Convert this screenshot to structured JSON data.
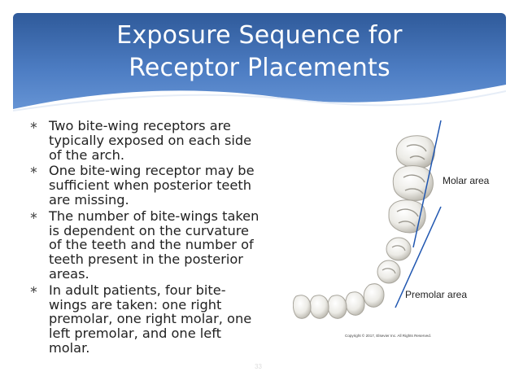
{
  "slide": {
    "title_line1": "Exposure Sequence for",
    "title_line2": "Receptor Placements",
    "bullet_marker": "∗",
    "bullets": [
      "Two bite-wing receptors are typically exposed on each side of the arch.",
      "One bite-wing receptor may be sufficient when posterior teeth are missing.",
      "The number of bite-wings taken is dependent on the curvature of the teeth and the number of teeth present in the posterior areas.",
      "In adult patients, four bite-wings are taken: one right premolar, one right molar, one left premolar, and one left molar."
    ],
    "page_number": "33"
  },
  "figure": {
    "molar_label": "Molar area",
    "premolar_label": "Premolar area",
    "copyright": "Copyright © 2017, Elsevier Inc. All Rights Reserved."
  },
  "colors": {
    "header_top": "#2f5a9a",
    "header_bottom": "#6a98d8",
    "guide_line": "#1f56b0",
    "text": "#222222"
  }
}
